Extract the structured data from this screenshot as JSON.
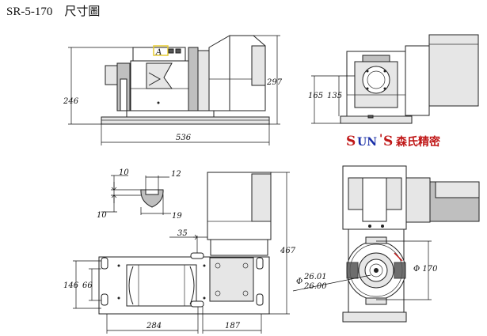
{
  "title": "SR-5-170　尺寸圖",
  "dimensions": {
    "height_246": "246",
    "height_297": "297",
    "length_536": "536",
    "h_165": "165",
    "h_135": "135",
    "d_10a": "10",
    "d_12": "12",
    "d_10b": "10",
    "d_19": "19",
    "d_35": "35",
    "d_467": "467",
    "d_146": "146",
    "d_66": "66",
    "d_284": "284",
    "d_187": "187",
    "dia_prefix": "Φ",
    "dia_upper": "26.01",
    "dia_lower": "26.00",
    "dia_170": "Φ 170"
  },
  "brand": {
    "s1": "S",
    "un": "UN",
    "apos": "'",
    "s2": "S",
    "chinese": "森氏精密"
  },
  "colors": {
    "brand_red": "#c01818",
    "brand_blue": "#1a2fa8",
    "highlight": "#e6cc33"
  }
}
